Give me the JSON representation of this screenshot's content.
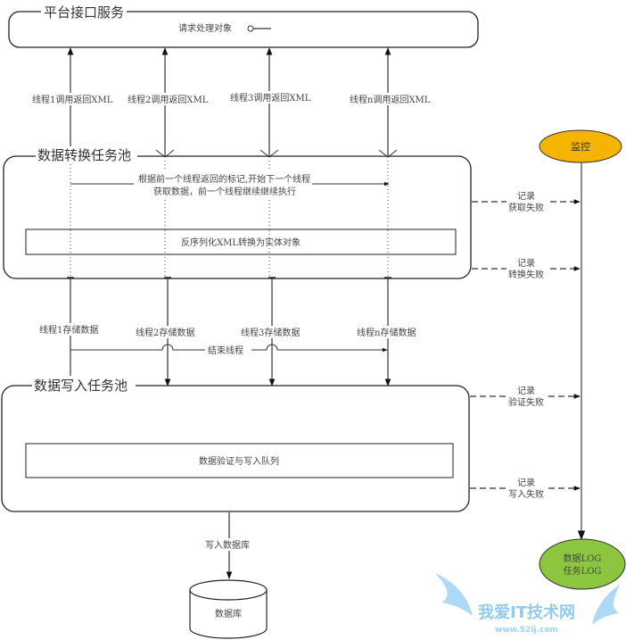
{
  "platform": {
    "title": "平台接口服务",
    "request_handler": "请求处理对象"
  },
  "call_labels": [
    "线程1调用返回XML",
    "线程2调用返回XML",
    "线程3调用返回XML",
    "线程n调用返回XML"
  ],
  "convert_pool": {
    "title": "数据转换任务池",
    "note_line1": "根据前一个线程返回的标记,开始下一个线程",
    "note_line2": "获取数据，前一个线程继续继续执行",
    "inner_box": "反序列化XML转换为实体对象"
  },
  "store_labels": [
    "线程1存储数据",
    "线程2存储数据",
    "线程3存储数据",
    "线程n存储数据"
  ],
  "end_thread": "结束线程",
  "write_pool": {
    "title": "数据写入任务池",
    "inner_box": "数据验证与写入队列"
  },
  "write_db_label": "写入数据库",
  "database": "数据库",
  "monitor": {
    "label": "监控",
    "color": "#f5b400"
  },
  "records": [
    {
      "line1": "记录",
      "line2": "获取失败"
    },
    {
      "line1": "记录",
      "line2": "转换失败"
    },
    {
      "line1": "记录",
      "line2": "验证失败"
    },
    {
      "line1": "记录",
      "line2": "写入失败"
    }
  ],
  "log": {
    "line1": "数据LOG",
    "line2": "任务LOG",
    "color": "#8cc63f"
  },
  "watermark": {
    "title": "我爱IT技术网",
    "url": "www.52ij.com"
  }
}
